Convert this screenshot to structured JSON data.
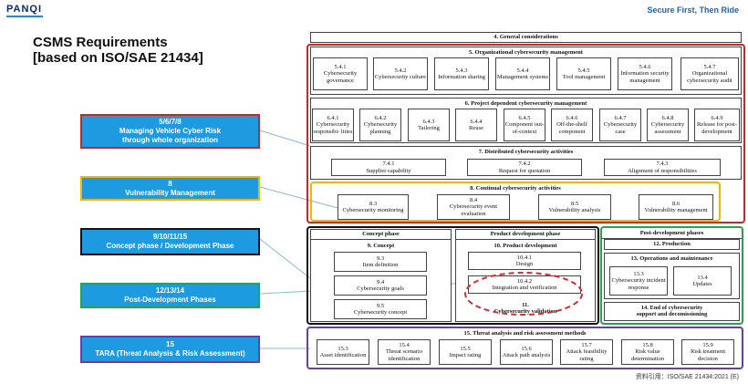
{
  "brand": {
    "logo": "PANQI",
    "tagline": "Secure First, Then Ride"
  },
  "title": {
    "line1": "CSMS Requirements",
    "line2": "[based on ISO/SAE 21434]"
  },
  "callouts": [
    {
      "num": "5/6/7/8",
      "text1": "Managing Vehicle Cyber Risk",
      "text2": "through whole organization",
      "border": "#c62828"
    },
    {
      "num": "8",
      "text1": "Vulnerability Management",
      "text2": "",
      "border": "#f2b600"
    },
    {
      "num": "9/10/11/15",
      "text1": "Concept phase / Development Phase",
      "text2": "",
      "border": "#111111"
    },
    {
      "num": "12/13/14",
      "text1": "Post-Development Phases",
      "text2": "",
      "border": "#2e9e4f"
    },
    {
      "num": "15",
      "text1": "TARA (Threat Analysis & Risk Assessment)",
      "text2": "",
      "border": "#6a3fa0"
    }
  ],
  "general": "4. General considerations",
  "org": {
    "title": "5. Organizational cybersecurity management",
    "items": [
      {
        "num": "5.4.1",
        "label": "Cybersecurity governance"
      },
      {
        "num": "5.4.2",
        "label": "Cybersecurity culture"
      },
      {
        "num": "5.4.3",
        "label": "Information sharing"
      },
      {
        "num": "5.4.4",
        "label": "Management systems"
      },
      {
        "num": "5.4.5",
        "label": "Tool management"
      },
      {
        "num": "5.4.6",
        "label": "Information security management"
      },
      {
        "num": "5.4.7",
        "label": "Organizational cybersecurity audit"
      }
    ]
  },
  "project": {
    "title": "6. Project dependent cybersecurity management",
    "items": [
      {
        "num": "6.4.1",
        "label": "Cybersecurity responsibi- lities"
      },
      {
        "num": "6.4.2",
        "label": "Cybersecurity planning"
      },
      {
        "num": "6.4.3",
        "label": "Tailoring"
      },
      {
        "num": "6.4.4",
        "label": "Reuse"
      },
      {
        "num": "6.4.5",
        "label": "Component out-of-context"
      },
      {
        "num": "6.4.6",
        "label": "Off-the-shelf component"
      },
      {
        "num": "6.4.7",
        "label": "Cybersecurity case"
      },
      {
        "num": "6.4.8",
        "label": "Cybersecurity assessment"
      },
      {
        "num": "6.4.9",
        "label": "Release for post- development"
      }
    ]
  },
  "distributed": {
    "title": "7. Distributed cybersecurity activities",
    "items": [
      {
        "num": "7.4.1",
        "label": "Supplier capability"
      },
      {
        "num": "7.4.2",
        "label": "Request for quotation"
      },
      {
        "num": "7.4.3",
        "label": "Alignment of responsibilities"
      }
    ]
  },
  "continual": {
    "title": "8. Continual cybersecurity activities",
    "items": [
      {
        "num": "8.3",
        "label": "Cybersecurity monitoring"
      },
      {
        "num": "8.4",
        "label": "Cybersecurity event evaluation"
      },
      {
        "num": "8.5",
        "label": "Vulnerability analysis"
      },
      {
        "num": "8.6",
        "label": "Vulnerability management"
      }
    ]
  },
  "concept": {
    "header": "Concept phase",
    "title": "9. Concept",
    "items": [
      {
        "num": "9.3",
        "label": "Item definition"
      },
      {
        "num": "9.4",
        "label": "Cybersecurity goals"
      },
      {
        "num": "9.5",
        "label": "Cybersecurity concept"
      }
    ]
  },
  "product": {
    "header": "Product development phase",
    "title": "10. Product development",
    "items": [
      {
        "num": "10.4.1",
        "label": "Design"
      },
      {
        "num": "10.4.2",
        "label": "Integration and verification"
      }
    ],
    "validation_num": "11.",
    "validation_label": "Cybersecurity validation"
  },
  "post": {
    "header": "Post-development phases",
    "production": "12. Production",
    "ops_title": "13. Operations and maintenance",
    "items": [
      {
        "num": "13.3",
        "label": "Cybersecurity incident response"
      },
      {
        "num": "13.4",
        "label": "Updates"
      }
    ],
    "end1": "14. End of cybersecurity",
    "end2": "support and decomissioning"
  },
  "tara": {
    "title": "15. Threat analysis and risk assessment methods",
    "items": [
      {
        "num": "15.3",
        "label": "Asset identification"
      },
      {
        "num": "15.4",
        "label": "Threat scenario identification"
      },
      {
        "num": "15.5",
        "label": "Impact rating"
      },
      {
        "num": "15.6",
        "label": "Attack path analysis"
      },
      {
        "num": "15.7",
        "label": "Attack feasibility rating"
      },
      {
        "num": "15.8",
        "label": "Risk value determination"
      },
      {
        "num": "15.9",
        "label": "Risk treatment decision"
      }
    ]
  },
  "footer": "资料引用：ISO/SAE 21434:2021 (E)",
  "colors": {
    "red": "#c62828",
    "yellow": "#f2b600",
    "black": "#111111",
    "green": "#2e9e4f",
    "purple": "#6a3fa0",
    "callout_fill": "#1e9be0"
  }
}
